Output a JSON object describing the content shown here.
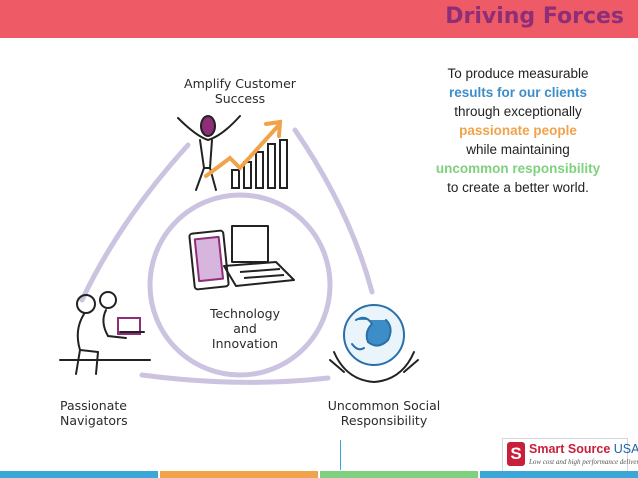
{
  "header": {
    "title": "Driving Forces",
    "bar_color": "#ee5a66",
    "title_color": "#8e2e78"
  },
  "mission": {
    "line1": "To produce measurable",
    "line2": "results for our clients",
    "line3": "through exceptionally",
    "line4": "passionate people",
    "line5": "while maintaining",
    "line6": "uncommon responsibility",
    "line7": "to create a better world."
  },
  "diagram": {
    "top_node": {
      "label_line1": "Amplify Customer",
      "label_line2": "Success"
    },
    "center_node": {
      "label_line1": "Technology",
      "label_line2": "and",
      "label_line3": "Innovation"
    },
    "left_node": {
      "label_line1": "Passionate",
      "label_line2": "Navigators"
    },
    "right_node": {
      "label_line1": "Uncommon Social",
      "label_line2": "Responsibility"
    },
    "line_color": "#cbc3e0"
  },
  "logo": {
    "mark": "S",
    "name": "Smart Source ",
    "name_accent": "USA",
    "tagline": "Low cost and high performance delivered"
  },
  "bottom_stripes": [
    "#3ba6d8",
    "#f0a34a",
    "#7ed17e",
    "#3ba6d8"
  ]
}
